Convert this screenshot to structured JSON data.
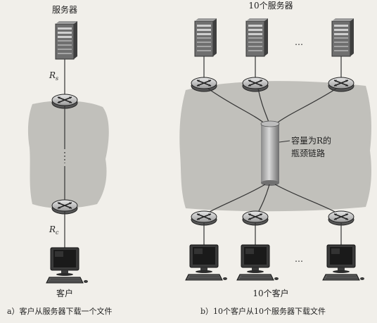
{
  "panel_a": {
    "title": "服务器",
    "server_link_label": "R",
    "server_link_sub": "s",
    "client_link_label": "R",
    "client_link_sub": "c",
    "client_label": "客户",
    "caption": "a）客户从服务器下载一个文件"
  },
  "panel_b": {
    "title": "10个服务器",
    "ellipsis_top": "…",
    "ellipsis_bottom": "…",
    "bottleneck_line1": "容量为R的",
    "bottleneck_line2": "瓶颈链路",
    "client_label": "10个客户",
    "caption": "b）10个客户从10个服务器下载文件"
  }
}
